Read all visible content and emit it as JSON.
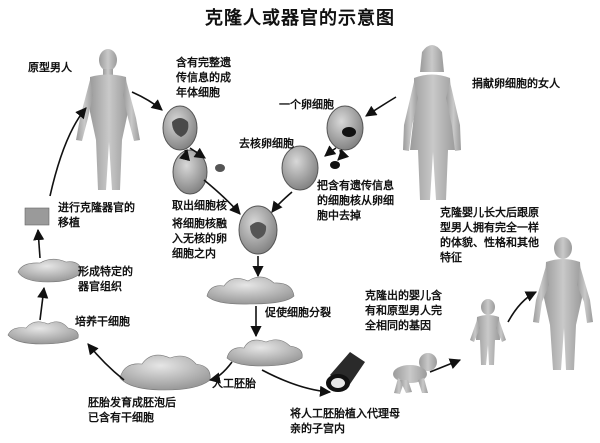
{
  "title": "克隆人或器官的示意图",
  "labels": {
    "prototype_man": "原型男人",
    "complete_genetic_info": "含有完整遗传信息的成年体细胞",
    "egg_cell": "一个卵细胞",
    "egg_donor": "捐献卵细胞的女人",
    "enucleated_egg": "去核卵细胞",
    "remove_nucleus": "取出细胞核",
    "remove_genetic_nucleus": "把含有遗传信息的细胞核从卵细胞中去掉",
    "fuse_nucleus": "将细胞核融入无核的卵细胞之内",
    "organ_transplant": "进行克隆器官的移植",
    "form_tissue": "形成特定的器官组织",
    "promote_division": "促使细胞分裂",
    "culture_stem_cells": "培养干细胞",
    "artificial_embryo": "人工胚胎",
    "blastocyst": "胚胎发育成胚泡后已含有干细胞",
    "implant": "将人工胚胎植入代理母亲的子宫内",
    "baby_same_genes": "克隆出的婴儿含有和原型男人完全相同的基因",
    "grown_up": "克隆婴儿长大后跟原型男人拥有完全一样的体貌、性格和其他特征"
  }
}
